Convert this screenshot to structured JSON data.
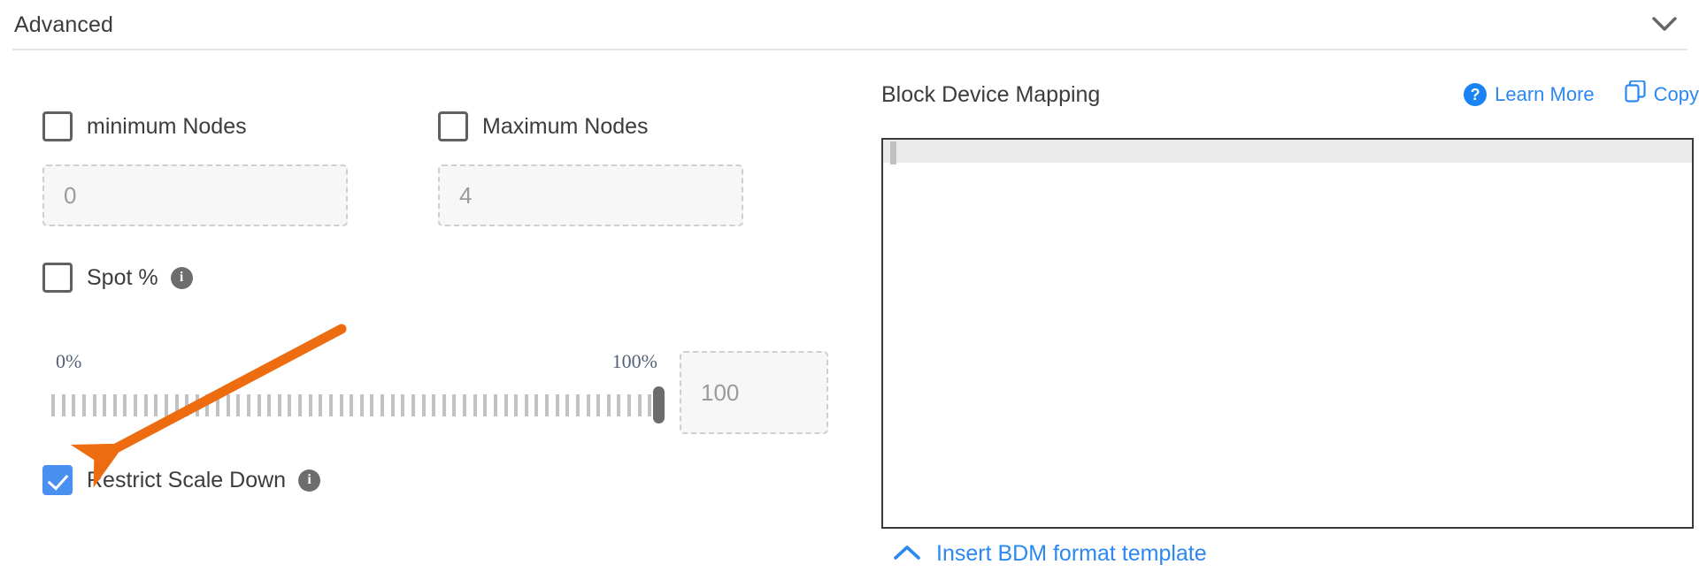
{
  "section": {
    "title": "Advanced",
    "collapse_icon": "chevron-down-icon"
  },
  "left": {
    "min_nodes": {
      "label": "minimum Nodes",
      "checked": false,
      "input_placeholder": "0"
    },
    "max_nodes": {
      "label": "Maximum Nodes",
      "checked": false,
      "input_placeholder": "4"
    },
    "spot_percent": {
      "label": "Spot %",
      "checked": false,
      "info_icon": "info-icon",
      "info_glyph": "i"
    },
    "slider": {
      "min_label": "0%",
      "max_label": "100%",
      "value": 100,
      "value_input_placeholder": "100",
      "tick_count": 60
    },
    "restrict_scale_down": {
      "label": "Restrict Scale Down",
      "checked": true,
      "info_icon": "info-icon",
      "info_glyph": "i"
    }
  },
  "right": {
    "title": "Block Device Mapping",
    "learn_more": {
      "label": "Learn More",
      "icon": "question-circle-icon",
      "icon_glyph": "?"
    },
    "copy": {
      "label": "Copy",
      "icon": "copy-icon"
    },
    "editor": {
      "content": ""
    },
    "insert_template": {
      "label": "Insert BDM format template",
      "icon": "chevron-up-icon"
    }
  },
  "annotation": {
    "color": "#ee6c10",
    "type": "arrow",
    "points_to": "restrict-scale-down-checkbox"
  }
}
